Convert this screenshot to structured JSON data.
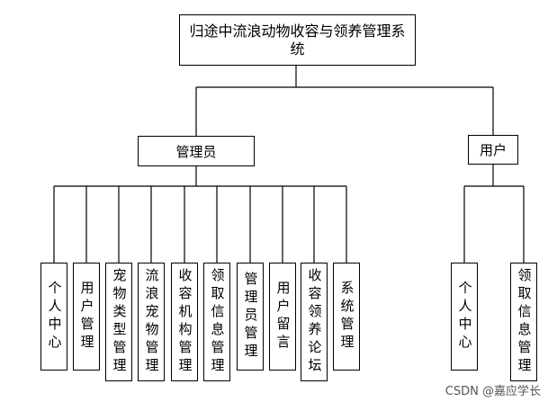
{
  "root": {
    "title": "归途中流浪动物收容与领养管理系统"
  },
  "branches": [
    {
      "label": "管理员",
      "children": [
        "个人中心",
        "用户管理",
        "宠物类型管理",
        "流浪宠物管理",
        "收容机构管理",
        "领取信息管理",
        "管理员管理",
        "用户留言",
        "收容领养论坛",
        "系统管理"
      ]
    },
    {
      "label": "用户",
      "children": [
        "个人中心",
        "领取信息管理"
      ]
    }
  ],
  "watermark": "CSDN @嘉应学长"
}
